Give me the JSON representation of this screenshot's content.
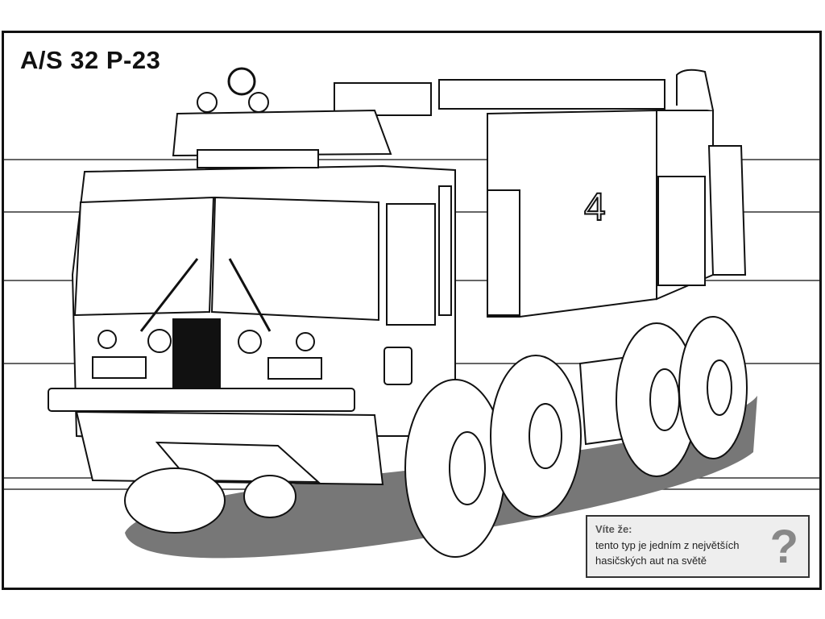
{
  "page": {
    "title": "A/S 32 P-23",
    "side_number": "4"
  },
  "fact_box": {
    "heading": "Víte že:",
    "text_line_1": "tento typ je jedním z největších",
    "text_line_2": "hasičských aut na světě",
    "mark": "?"
  },
  "colors": {
    "ink": "#111111",
    "shadow": "#777777",
    "box_bg": "#eeeeee",
    "mark": "#888888"
  }
}
